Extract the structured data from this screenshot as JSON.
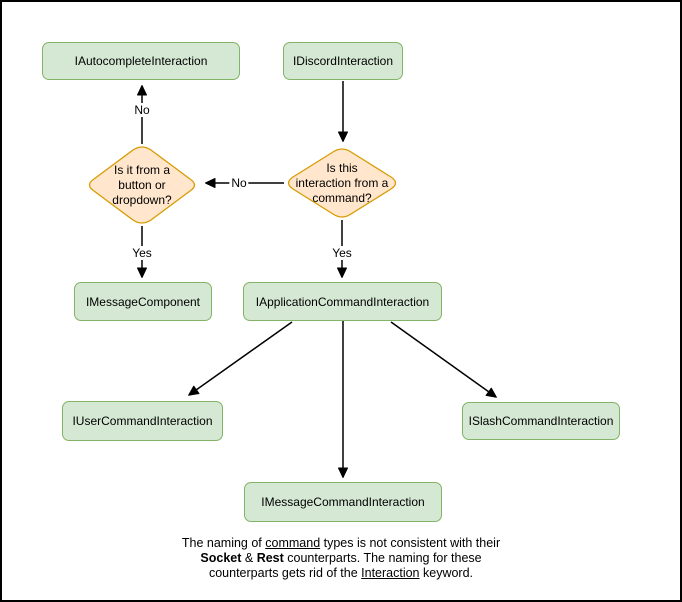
{
  "diagram": {
    "nodes": {
      "autocomplete": {
        "label": "IAutocompleteInteraction"
      },
      "discord": {
        "label": "IDiscordInteraction"
      },
      "button_q": {
        "label": [
          "Is it from a",
          "button or",
          "dropdown?"
        ]
      },
      "command_q": {
        "label": [
          "Is this",
          "interaction from a",
          "command?"
        ]
      },
      "message_component": {
        "label": "IMessageComponent"
      },
      "application_command": {
        "label": "IApplicationCommandInteraction"
      },
      "user_command": {
        "label": "IUserCommandInteraction"
      },
      "slash_command": {
        "label": "ISlashCommandInteraction"
      },
      "message_command": {
        "label": "IMessageCommandInteraction"
      }
    },
    "edges": {
      "button_q_no": {
        "label": "No"
      },
      "command_q_no": {
        "label": "No"
      },
      "button_q_yes": {
        "label": "Yes"
      },
      "command_q_yes": {
        "label": "Yes"
      }
    },
    "colors": {
      "class_fill": "#d5e8d4",
      "class_stroke": "#82b366",
      "decision_fill": "#ffe6cc",
      "decision_stroke": "#d79b00",
      "connector": "#000000",
      "background": "#ffffff",
      "frame": "#000000"
    },
    "note": {
      "lines": [
        [
          {
            "t": "The naming of "
          },
          {
            "t": "command",
            "u": true
          },
          {
            "t": " types is not consistent with their"
          }
        ],
        [
          {
            "t": "Socket",
            "b": true
          },
          {
            "t": " & "
          },
          {
            "t": "Rest",
            "b": true
          },
          {
            "t": " counterparts. The naming for these"
          }
        ],
        [
          {
            "t": "counterparts gets rid of the "
          },
          {
            "t": "Interaction",
            "u": true
          },
          {
            "t": " keyword."
          }
        ]
      ]
    }
  }
}
